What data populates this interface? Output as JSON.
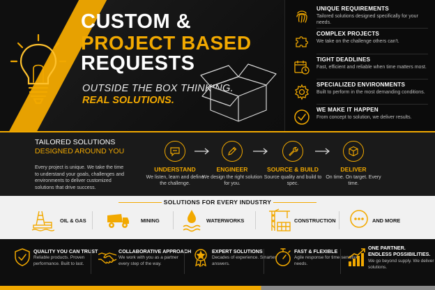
{
  "hero": {
    "title_line1": "CUSTOM &",
    "title_line2": "PROJECT BASED",
    "title_line3": "REQUESTS",
    "tagline1": "OUTSIDE THE BOX THINKING.",
    "tagline2": "REAL SOLUTIONS."
  },
  "features": [
    {
      "icon": "fingerprint-icon",
      "title": "UNIQUE REQUIREMENTS",
      "desc": "Tailored solutions designed specifically for your needs."
    },
    {
      "icon": "puzzle-icon",
      "title": "COMPLEX PROJECTS",
      "desc": "We take on the challenge others can't."
    },
    {
      "icon": "calendar-icon",
      "title": "TIGHT DEADLINES",
      "desc": "Fast, efficient and reliable when time matters most."
    },
    {
      "icon": "gear-icon",
      "title": "SPECIALIZED ENVIRONMENTS",
      "desc": "Built to perform in the most demanding conditions."
    },
    {
      "icon": "checkmark-icon",
      "title": "WE MAKE IT HAPPEN",
      "desc": "From concept to solution, we deliver results."
    }
  ],
  "process": {
    "heading1": "TAILORED SOLUTIONS",
    "heading2": "DESIGNED AROUND YOU",
    "intro": "Every project is unique. We take the time to understand your goals, challenges and environments to deliver customized solutions that drive success.",
    "steps": [
      {
        "icon": "chat-bubble-icon",
        "title": "UNDERSTAND",
        "desc": "We listen, learn and define the challenge."
      },
      {
        "icon": "pencil-icon",
        "title": "ENGINEER",
        "desc": "We design the right solution for you."
      },
      {
        "icon": "wrench-icon",
        "title": "SOURCE & BUILD",
        "desc": "Source quality and build to spec."
      },
      {
        "icon": "cube-icon",
        "title": "DELIVER",
        "desc": "On time. On target. Every time."
      }
    ]
  },
  "industries": {
    "title": "SOLUTIONS FOR EVERY INDUSTRY",
    "items": [
      {
        "icon": "oil-rig-icon",
        "label": "OIL & GAS"
      },
      {
        "icon": "dump-truck-icon",
        "label": "MINING"
      },
      {
        "icon": "water-drop-icon",
        "label": "WATERWORKS"
      },
      {
        "icon": "crane-icon",
        "label": "CONSTRUCTION"
      },
      {
        "icon": "more-dots-icon",
        "label": "AND MORE"
      }
    ]
  },
  "benefits": [
    {
      "icon": "shield-check-icon",
      "title": "QUALITY YOU CAN TRUST",
      "desc": "Reliable products. Proven performance. Built to last."
    },
    {
      "icon": "handshake-icon",
      "title": "COLLABORATIVE APPROACH",
      "desc": "We work with you as a partner every step of the way."
    },
    {
      "icon": "award-badge-icon",
      "title": "EXPERT SOLUTIONS",
      "desc": "Decades of experience. Smarter answers."
    },
    {
      "icon": "stopwatch-icon",
      "title": "FAST & FLEXIBLE",
      "desc": "Agile response for time-sensitive needs."
    },
    {
      "icon": "growth-chart-icon",
      "title": "ONE PARTNER.",
      "title2": "ENDLESS POSSIBILITIES.",
      "desc": "We go beyond supply. We deliver solutions."
    }
  ],
  "colors": {
    "accent": "#f2a900",
    "dark": "#141414",
    "light": "#f1f1f1"
  }
}
